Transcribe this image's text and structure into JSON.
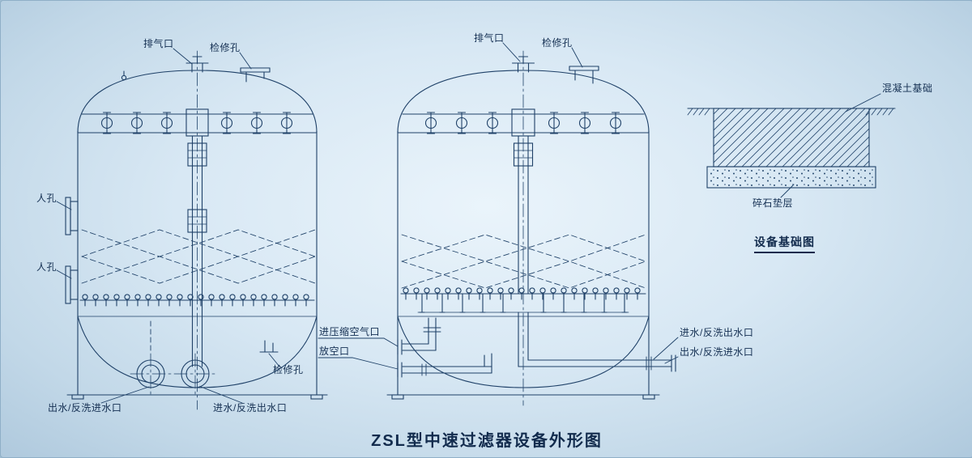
{
  "page": {
    "title": "ZSL型中速过滤器设备外形图"
  },
  "left_tank": {
    "exhaust_label": "排气口",
    "inspection_top_label": "检修孔",
    "manhole_upper_label": "人孔",
    "manhole_lower_label": "人孔",
    "inspection_bottom_label": "检修孔",
    "outlet_label": "出水/反洗进水口",
    "inlet_label": "进水/反洗出水口"
  },
  "center_tank": {
    "exhaust_label": "排气口",
    "inspection_top_label": "检修孔",
    "compressed_air_label": "进压缩空气口",
    "vent_label": "放空口",
    "inlet_label": "进水/反洗出水口",
    "outlet_label": "出水/反洗进水口"
  },
  "foundation": {
    "concrete_label": "混凝土基础",
    "gravel_label": "碎石垫层",
    "caption": "设备基础图"
  },
  "colors": {
    "line": "#1f4168",
    "text": "#142f52",
    "background_light": "#eaf4fb",
    "background_dark": "#afc9dd"
  }
}
